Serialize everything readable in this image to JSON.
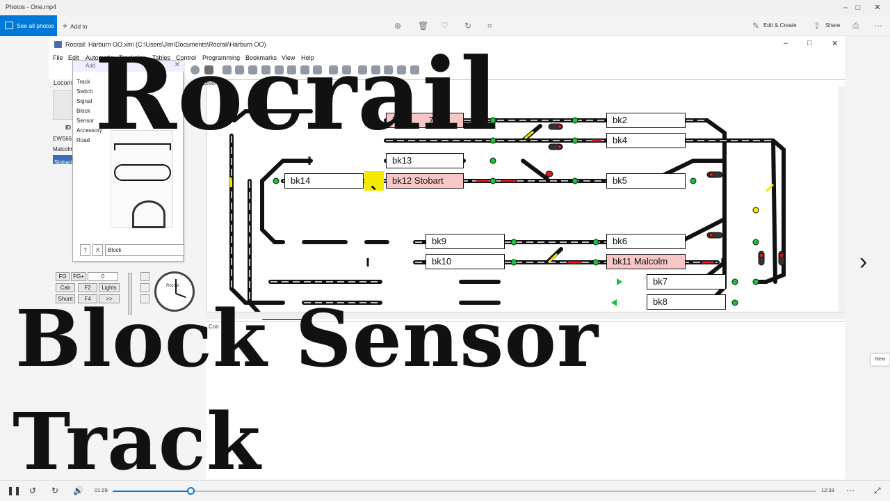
{
  "app": {
    "title": "Photos - One.mp4",
    "see_all": "See all photos",
    "add_to": "Add to",
    "edit_create": "Edit & Create",
    "share": "Share",
    "window_minimize": "‒",
    "window_maximize": "□",
    "window_close": "✕"
  },
  "rocrail": {
    "title": "Rocrail: Harburn OO.xml (C:\\Users\\Jim\\Documents\\Rocrail\\Harburn OO)",
    "menu": [
      "File",
      "Edit",
      "Automatic",
      "Trackplan",
      "Tables",
      "Control",
      "Programming",
      "Bookmarks",
      "View",
      "Help"
    ],
    "left_label": "Locom",
    "list_header": "ID",
    "locos": [
      "EWS66",
      "Malcolm",
      "Stobart"
    ],
    "dialog": {
      "title": "Add",
      "items": [
        "Track",
        "Switch",
        "Signal",
        "Block",
        "Sensor",
        "Accessory",
        "Road"
      ],
      "help_button": "?",
      "close_button": "X",
      "input_value": "Block"
    },
    "controls": {
      "fg": "FG",
      "fg_plus": "FG+",
      "speed": "0",
      "cab": "Cab",
      "f2": "F2",
      "lights": "Lights",
      "shunt": "Shunt",
      "f4": "F4",
      "forward": ">>"
    },
    "clock_label": "Rocrail",
    "level_tab": "Level 0",
    "bottom_label": "Con",
    "blocks": [
      {
        "id": "bk2",
        "label": "bk2",
        "state": "free"
      },
      {
        "id": "bk4",
        "label": "bk4",
        "state": "free"
      },
      {
        "id": "bk13",
        "label": "bk13",
        "state": "free"
      },
      {
        "id": "bk14",
        "label": "bk14",
        "state": "free"
      },
      {
        "id": "bk12",
        "label": "bk12 Stobart",
        "state": "occupied"
      },
      {
        "id": "bk5",
        "label": "bk5",
        "state": "free"
      },
      {
        "id": "bk9",
        "label": "bk9",
        "state": "free"
      },
      {
        "id": "bk6",
        "label": "bk6",
        "state": "free"
      },
      {
        "id": "bk10",
        "label": "bk10",
        "state": "free"
      },
      {
        "id": "bk11",
        "label": "bk11 Malcolm",
        "state": "occupied"
      },
      {
        "id": "bk7",
        "label": "bk7",
        "state": "free"
      },
      {
        "id": "bk8",
        "label": "bk8",
        "state": "free"
      },
      {
        "id": "bk_top",
        "label": "EW",
        "state": "occupied"
      },
      {
        "id": "bk_top_num",
        "label": "78",
        "state": "occupied"
      }
    ]
  },
  "captions": {
    "line1": "Rocrail",
    "line2": "Block Sensor",
    "line3": "Track"
  },
  "viewer": {
    "next_tip": "Next",
    "current_time": "01:29",
    "total_time": "12:33",
    "progress": 0.111
  },
  "colors": {
    "accent": "#0078d7",
    "occupied_block": "#f7c7c7",
    "sensor_on": "#f6e900",
    "signal_green": "#18c23a",
    "signal_red": "#d81b1b"
  }
}
